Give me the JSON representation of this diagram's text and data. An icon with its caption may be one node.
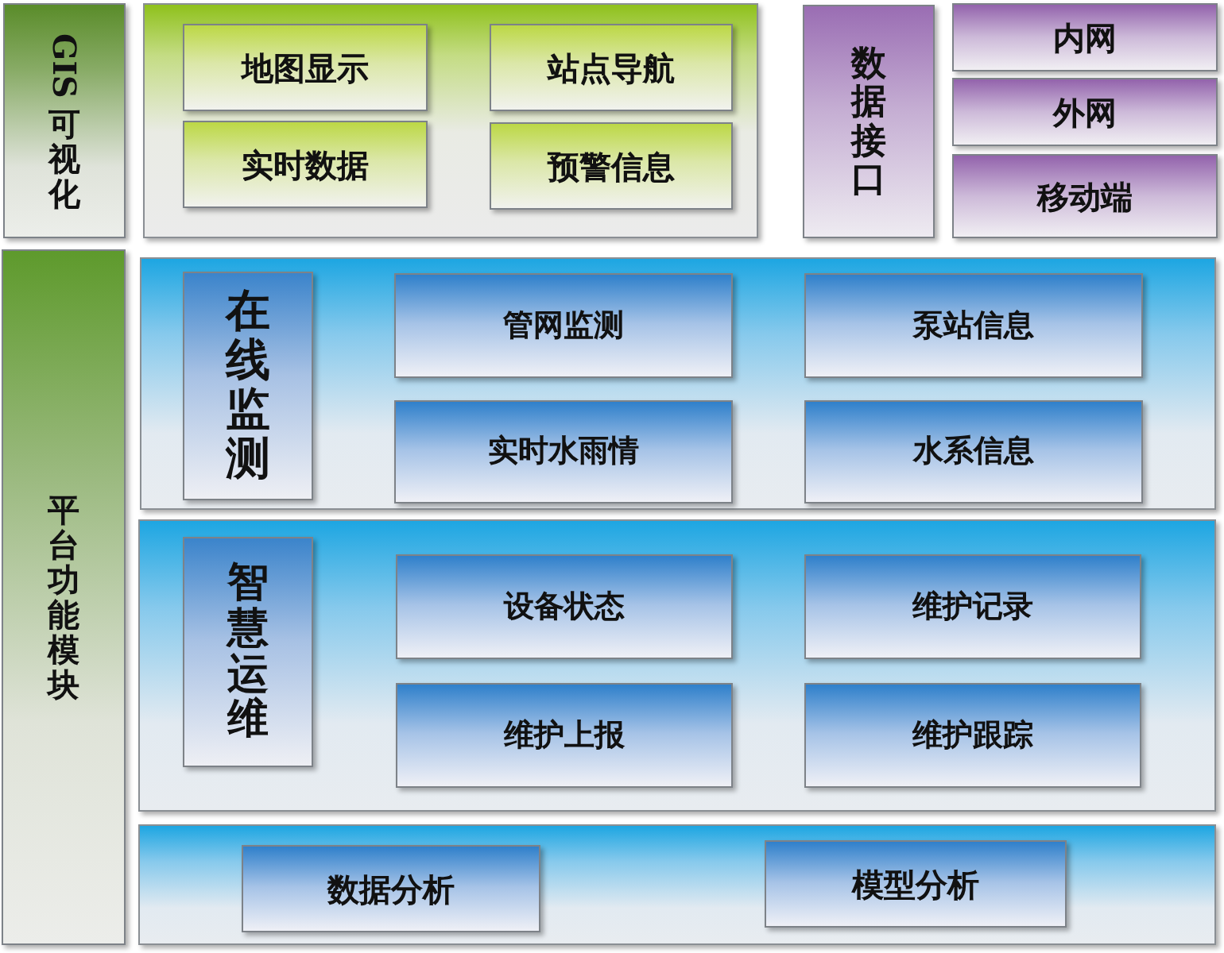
{
  "diagram": {
    "nodes": [
      {
        "text": [
          "GIS可视化"
        ]
      },
      {
        "text": [],
        "shape": "box"
      },
      {
        "text": [
          "地图显示"
        ],
        "in": 1
      },
      {
        "text": [
          "站点导航"
        ],
        "in": 1
      },
      {
        "text": [
          "实时数据"
        ],
        "in": 1
      },
      {
        "text": [
          "预警信息"
        ],
        "in": 1
      },
      {
        "text": [
          "数据接口"
        ]
      },
      {
        "text": [
          "内网"
        ]
      },
      {
        "text": [
          "外网"
        ]
      },
      {
        "text": [
          "移动端"
        ]
      },
      {
        "text": [
          "平台功能模块"
        ]
      },
      {
        "text": [],
        "shape": "box"
      },
      {
        "text": [
          "在线监测"
        ],
        "in": 11
      },
      {
        "text": [
          "管网监测"
        ],
        "in": 11
      },
      {
        "text": [
          "泵站信息"
        ],
        "in": 11
      },
      {
        "text": [
          "实时水雨情"
        ],
        "in": 11
      },
      {
        "text": [
          "水系信息"
        ],
        "in": 11
      },
      {
        "text": [],
        "shape": "box"
      },
      {
        "text": [
          "智慧运维"
        ],
        "in": 17
      },
      {
        "text": [
          "设备状态"
        ],
        "in": 17
      },
      {
        "text": [
          "维护记录"
        ],
        "in": 17
      },
      {
        "text": [
          "维护上报"
        ],
        "in": 17
      },
      {
        "text": [
          "维护跟踪"
        ],
        "in": 17
      },
      {
        "text": [],
        "shape": "box"
      },
      {
        "text": [
          "数据分析"
        ],
        "in": 23
      },
      {
        "text": [
          "模型分析"
        ],
        "in": 23
      }
    ]
  }
}
